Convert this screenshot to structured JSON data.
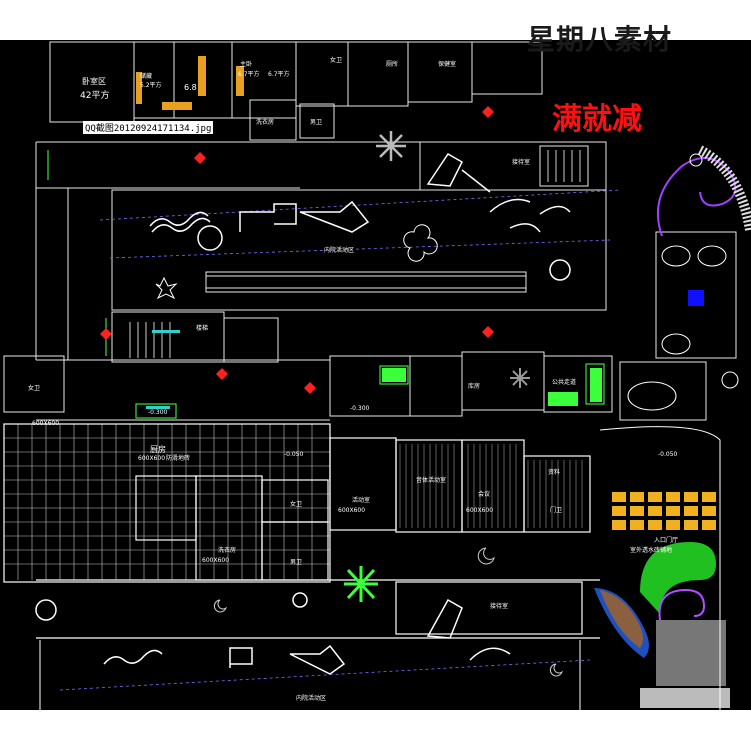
{
  "watermark": {
    "top": "星期八素材",
    "promo": "满就减"
  },
  "caption": "QQ截图20120924171134.jpg",
  "upper": {
    "rooms": {
      "bedroom": "卧室区",
      "area": "42平方",
      "storeroom": "储藏",
      "area_52": "5.2平方",
      "area_68": "6.8",
      "master": "主卧",
      "area_67a": "6.7平方",
      "area_67b": "6.7平方",
      "women": "女卫",
      "toilet": "厕所",
      "staff": "保健室",
      "wash": "洗衣房",
      "men": "男卫",
      "reception": "接待室",
      "playground": "内院活动区",
      "stair": "楼梯",
      "women2": "女卫",
      "elev_a": "-0.300",
      "elev_b": "-0.300",
      "store2": "库房",
      "corridor": "公共走道"
    }
  },
  "lower": {
    "rooms": {
      "tile1": "600X600",
      "kitchen": "厨房",
      "tile_kitchen": "600X600",
      "note_kitchen": "防滑地砖",
      "elev_l": "-0.050",
      "wash_room": "洗衣房",
      "tile_wash": "600X600",
      "women": "女卫",
      "men": "男卫",
      "tile_hall": "600X600",
      "hall": "活动室",
      "music": "音体活动室",
      "tile_music": "600X600",
      "meeting": "会议",
      "office": "资料",
      "gate": "门卫",
      "elev_r": "-0.050",
      "entrance": "入口门厅",
      "entrance_note": "室外透水砖铺地",
      "reception": "接待室",
      "corridor": "内院活动区"
    }
  }
}
